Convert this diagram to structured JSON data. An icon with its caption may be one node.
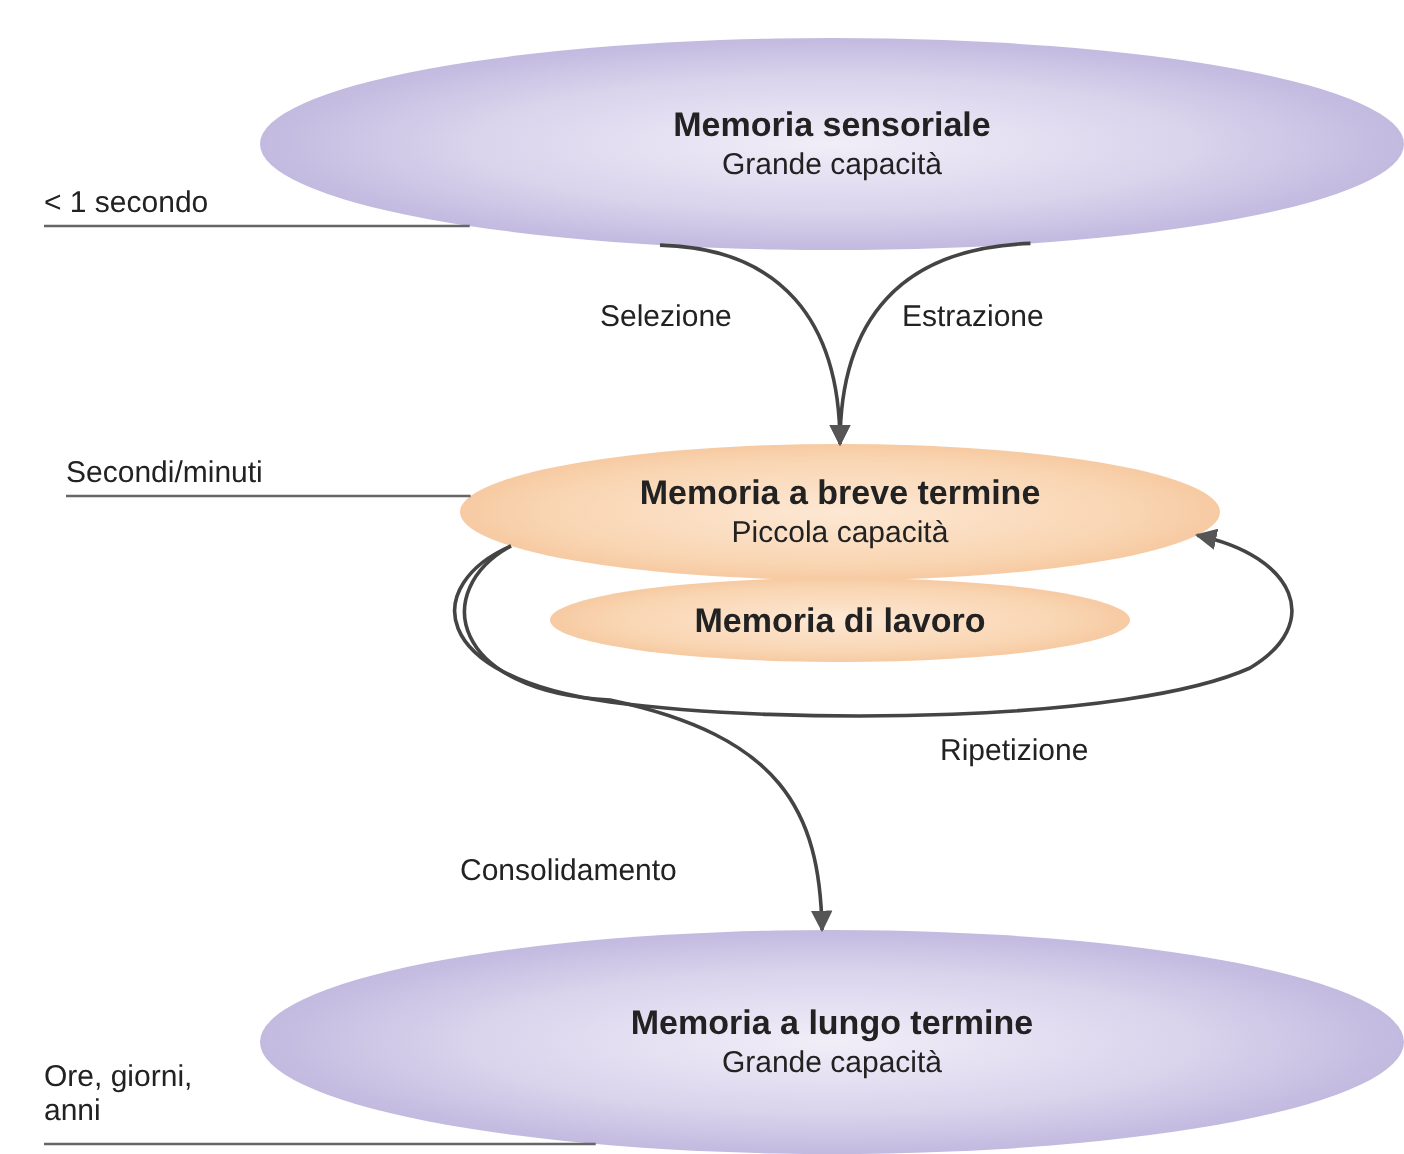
{
  "diagram": {
    "nodes": [
      {
        "text": [
          "Memoria sensoriale",
          "Grande capacità"
        ]
      },
      {
        "text": [
          "Memoria a breve termine",
          "Piccola capacità"
        ]
      },
      {
        "text": [
          "Memoria di lavoro"
        ]
      },
      {
        "text": [
          "Memoria a lungo termine",
          "Grande capacità"
        ]
      },
      {
        "text": [
          "< 1 secondo"
        ]
      },
      {
        "text": [
          "Secondi/minuti"
        ]
      },
      {
        "text": [
          "Ore, giorni, anni"
        ]
      }
    ],
    "edges": [
      {
        "from": 0,
        "to": 1,
        "arrow": "to",
        "label": "Selezione"
      },
      {
        "from": 0,
        "to": 1,
        "arrow": "to",
        "label": "Estrazione"
      },
      {
        "from": 1,
        "to": 1,
        "arrow": "to",
        "label": "Ripetizione"
      },
      {
        "from": 1,
        "to": 3,
        "arrow": "to",
        "label": "Consolidamento"
      },
      {
        "from": 4,
        "to": 0,
        "arrow": "none"
      },
      {
        "from": 5,
        "to": 1,
        "arrow": "none"
      },
      {
        "from": 6,
        "to": 3,
        "arrow": "none"
      }
    ]
  }
}
